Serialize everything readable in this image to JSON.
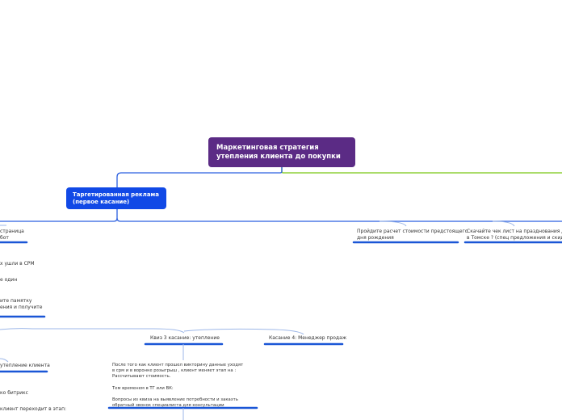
{
  "colors": {
    "root": "#5b2b85",
    "primary": "#1149e6",
    "edge_primary": "#2a5fe0",
    "edge_green": "#8fd13a",
    "edge_light": "#9db7e8",
    "underline": "#1a56d6"
  },
  "root": {
    "title": "Маркетинговая стратегия\nутепления клиента до покупки"
  },
  "branch": {
    "title": "Таргетированная реклама\n(первое касание)"
  },
  "leaves": {
    "left_top": "страница\nбот",
    "calc": "Пройдите расчет стоимости предстоящего\nдня рождения",
    "checklist": "Скачайте чек лист на празднования ДР\nв Томске ? (спец предложения и скидки)",
    "crm": "х ушли в СРМ",
    "one": "е один",
    "memo": "ите памятку\nения и получите",
    "quiz3": "Квиз 3 касание: утепление",
    "manager4": "Касание 4: Менеджер продаж",
    "warm": "утепление клиента",
    "bitrix": "ко битрикс",
    "stage": "клиент переходит в этап:",
    "quiz_desc": "После того как клиент прошел викторину данные уходят\nв срм и в воронке розыгрыш , клиент меняет этап на :\nРассчитывают стоимость.\n\nТем временем в ТГ или ВК:\n\nВопросы из квиза на выявление потребности и заказть\nобратный звонок специалиста для консультации"
  }
}
